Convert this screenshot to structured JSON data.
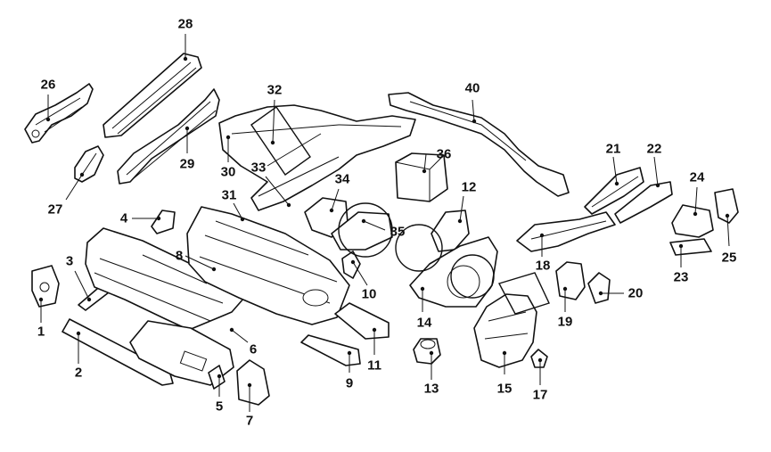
{
  "diagram": {
    "callouts": [
      "1",
      "2",
      "3",
      "4",
      "5",
      "6",
      "7",
      "8",
      "9",
      "10",
      "11",
      "12",
      "13",
      "14",
      "15",
      "17",
      "18",
      "19",
      "20",
      "21",
      "22",
      "23",
      "24",
      "25",
      "26",
      "27",
      "28",
      "29",
      "30",
      "31",
      "32",
      "33",
      "34",
      "35",
      "36",
      "40"
    ]
  }
}
